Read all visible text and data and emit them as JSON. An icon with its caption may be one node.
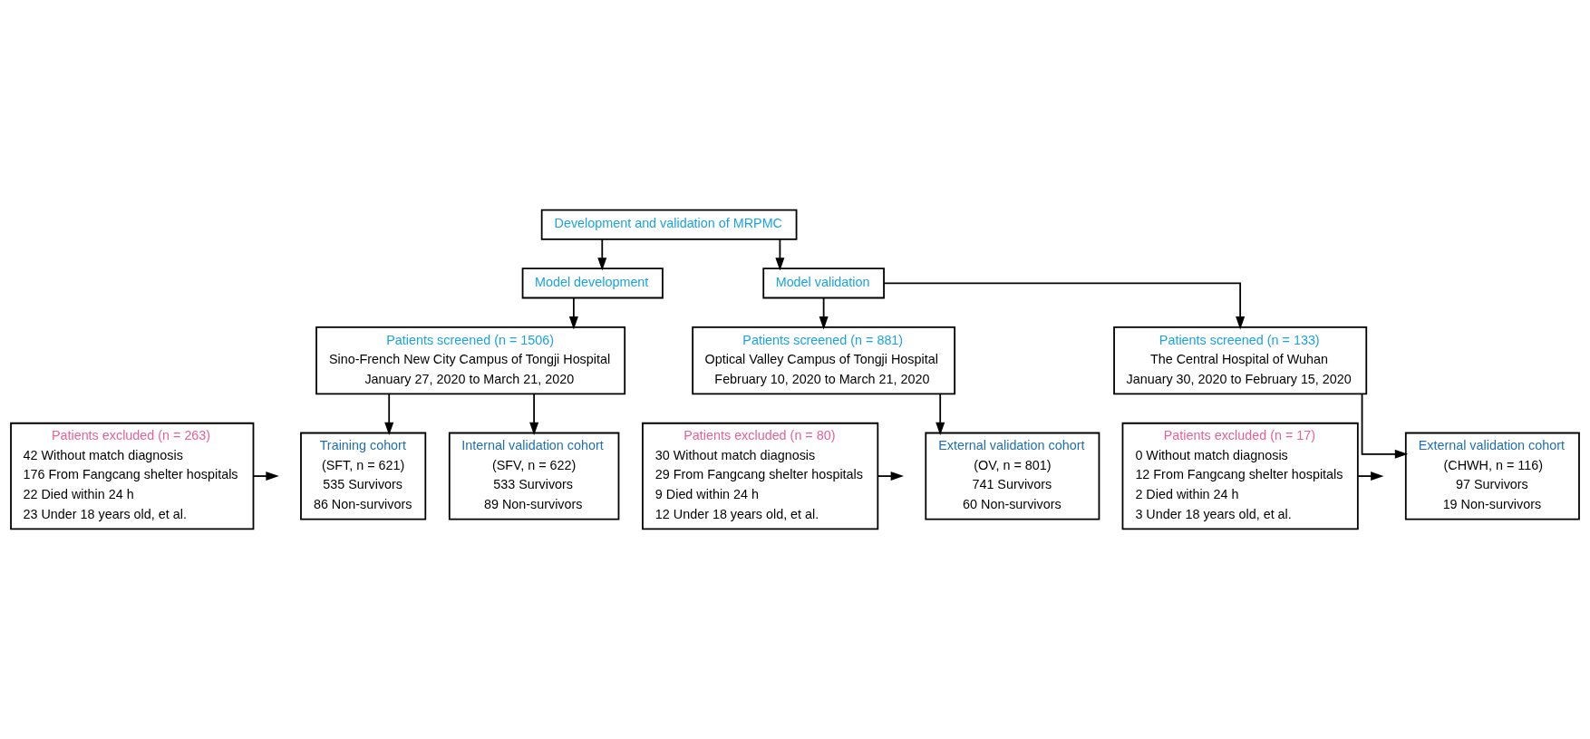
{
  "diagram": {
    "nodes": [
      {
        "text": [
          "Development and validation of MRPMC"
        ]
      },
      {
        "text": [
          "Model development"
        ]
      },
      {
        "text": [
          "Model validation"
        ]
      },
      {
        "text": [
          "Patients screened (n = 1506)",
          "Sino-French New City Campus of Tongji Hospital",
          "January 27, 2020 to March 21, 2020"
        ]
      },
      {
        "text": [
          "Patients screened (n = 881)",
          "Optical Valley Campus of Tongji Hospital",
          "February 10, 2020 to March 21, 2020"
        ]
      },
      {
        "text": [
          "Patients screened (n = 133)",
          "The Central Hospital of Wuhan",
          "January 30, 2020 to February 15, 2020"
        ]
      },
      {
        "text": [
          "Patients excluded (n = 263)",
          "42 Without match diagnosis",
          "176 From Fangcang shelter hospitals",
          "22 Died within 24 h",
          "23 Under 18 years old, et al."
        ]
      },
      {
        "text": [
          "Patients excluded (n = 80)",
          "30 Without match diagnosis",
          "29 From Fangcang shelter hospitals",
          "9 Died within 24 h",
          "12 Under 18 years old, et al."
        ]
      },
      {
        "text": [
          "Patients excluded (n = 17)",
          "0 Without match diagnosis",
          "12 From Fangcang shelter hospitals",
          "2 Died within 24 h",
          "3 Under 18 years old, et al."
        ]
      },
      {
        "text": [
          "Training cohort",
          "(SFT, n = 621)",
          "535 Survivors",
          "86 Non-survivors"
        ]
      },
      {
        "text": [
          "Internal validation cohort",
          "(SFV, n = 622)",
          "533 Survivors",
          "89 Non-survivors"
        ]
      },
      {
        "text": [
          "External validation cohort",
          "(OV, n = 801)",
          "741 Survivors",
          "60 Non-survivors"
        ]
      },
      {
        "text": [
          "External validation cohort",
          "(CHWH, n = 116)",
          "97 Survivors",
          "19 Non-survivors"
        ]
      }
    ],
    "edges": [
      {
        "from": 0,
        "to": 1,
        "arrow": "to"
      },
      {
        "from": 0,
        "to": 2,
        "arrow": "to"
      },
      {
        "from": 1,
        "to": 3,
        "arrow": "to"
      },
      {
        "from": 2,
        "to": 4,
        "arrow": "to"
      },
      {
        "from": 2,
        "to": 5,
        "arrow": "to"
      },
      {
        "from": 6,
        "to": null,
        "arrow": "to"
      },
      {
        "from": 7,
        "to": null,
        "arrow": "to"
      },
      {
        "from": 8,
        "to": null,
        "arrow": "to"
      },
      {
        "from": 3,
        "to": 9,
        "arrow": "to"
      },
      {
        "from": 3,
        "to": 10,
        "arrow": "to"
      },
      {
        "from": 4,
        "to": 11,
        "arrow": "to"
      },
      {
        "from": 5,
        "to": 12,
        "arrow": "to"
      }
    ]
  }
}
